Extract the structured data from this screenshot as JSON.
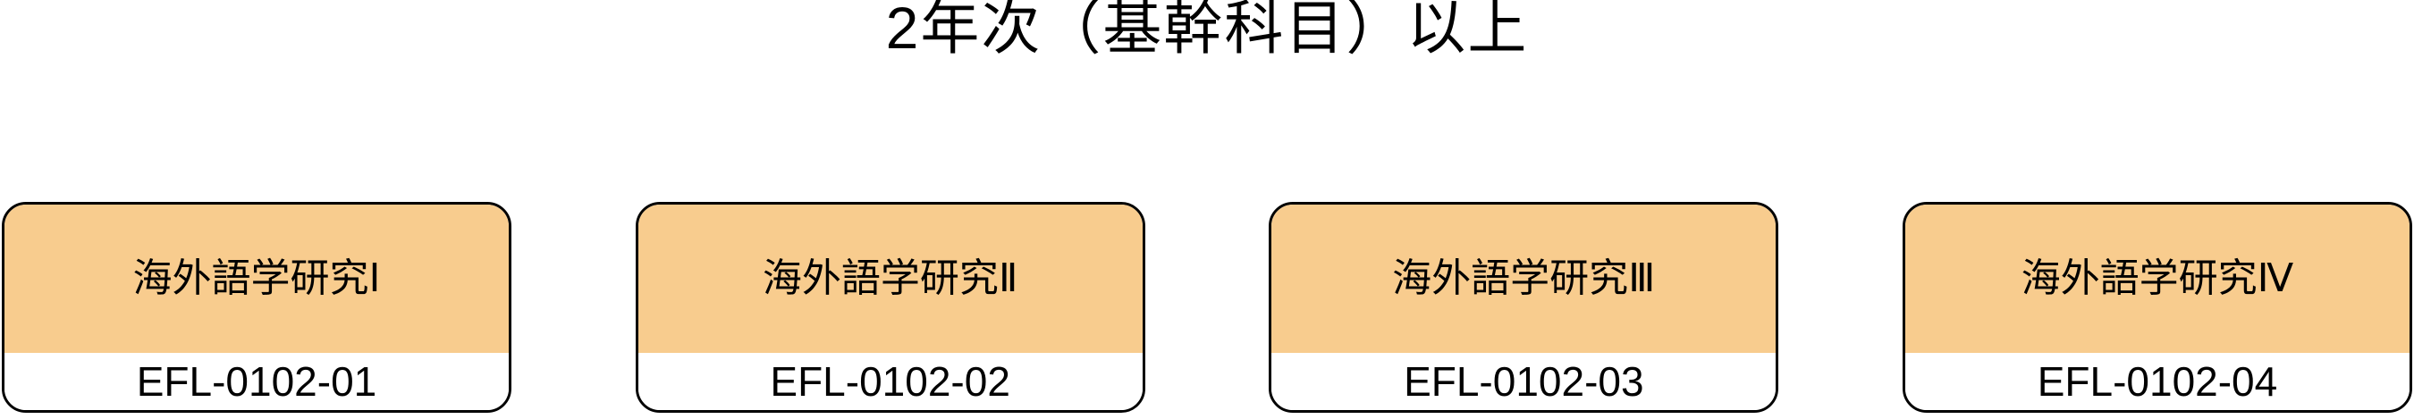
{
  "title": "2年次（基幹科目）以上",
  "colors": {
    "card_header_bg": "#F8CC8E",
    "card_border": "#000000",
    "text": "#000000",
    "page_bg": "#FFFFFF"
  },
  "cards": [
    {
      "name": "海外語学研究Ⅰ",
      "code": "EFL-0102-01"
    },
    {
      "name": "海外語学研究Ⅱ",
      "code": "EFL-0102-02"
    },
    {
      "name": "海外語学研究Ⅲ",
      "code": "EFL-0102-03"
    },
    {
      "name": "海外語学研究Ⅳ",
      "code": "EFL-0102-04"
    }
  ]
}
